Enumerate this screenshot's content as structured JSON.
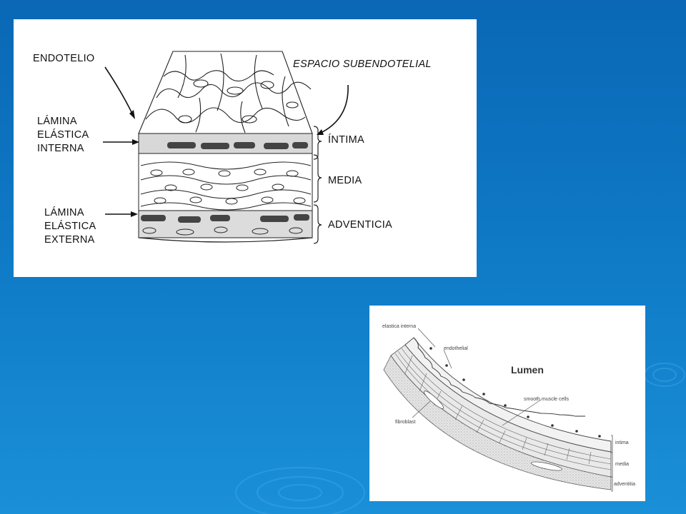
{
  "diagram1": {
    "labels": {
      "endotelio": "ENDOTELIO",
      "espacio": "ESPACIO SUBENDOTELIAL",
      "lamina_interna": [
        "LÁMINA",
        "ELÁSTICA",
        "INTERNA"
      ],
      "lamina_externa": [
        "LÁMINA",
        "ELÁSTICA",
        "EXTERNA"
      ],
      "intima": "ÍNTIMA",
      "media": "MEDIA",
      "adventicia": "ADVENTICIA"
    }
  },
  "diagram2": {
    "lumen": "Lumen",
    "labels": {
      "elastica": "elastica interna",
      "endothelial": "endothelial",
      "smooth": "smooth muscle cells",
      "fibroblast": "fibroblast",
      "intima": "intima",
      "media": "media",
      "adventitia": "adventitia"
    }
  },
  "colors": {
    "background": "#0e78c4",
    "panel": "#ffffff",
    "ink": "#111111"
  }
}
